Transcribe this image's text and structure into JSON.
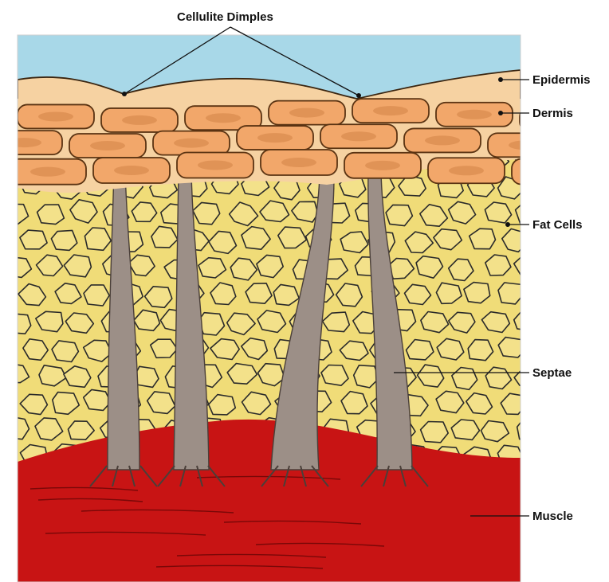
{
  "labels": {
    "cellulite_dimples": "Cellulite Dimples",
    "epidermis": "Epidermis",
    "dermis": "Dermis",
    "fat_cells": "Fat Cells",
    "septae": "Septae",
    "muscle": "Muscle"
  },
  "colors": {
    "air": "#a8d8e8",
    "epidermis": "#f6d2a2",
    "dermis_cell": "#f2a76a",
    "dermis_shade": "#d98a4e",
    "fat": "#f0dc78",
    "fat_cell": "#f3e18a",
    "septae": "#9c8f87",
    "muscle": "#c81414",
    "outline": "#2a2a2a"
  }
}
